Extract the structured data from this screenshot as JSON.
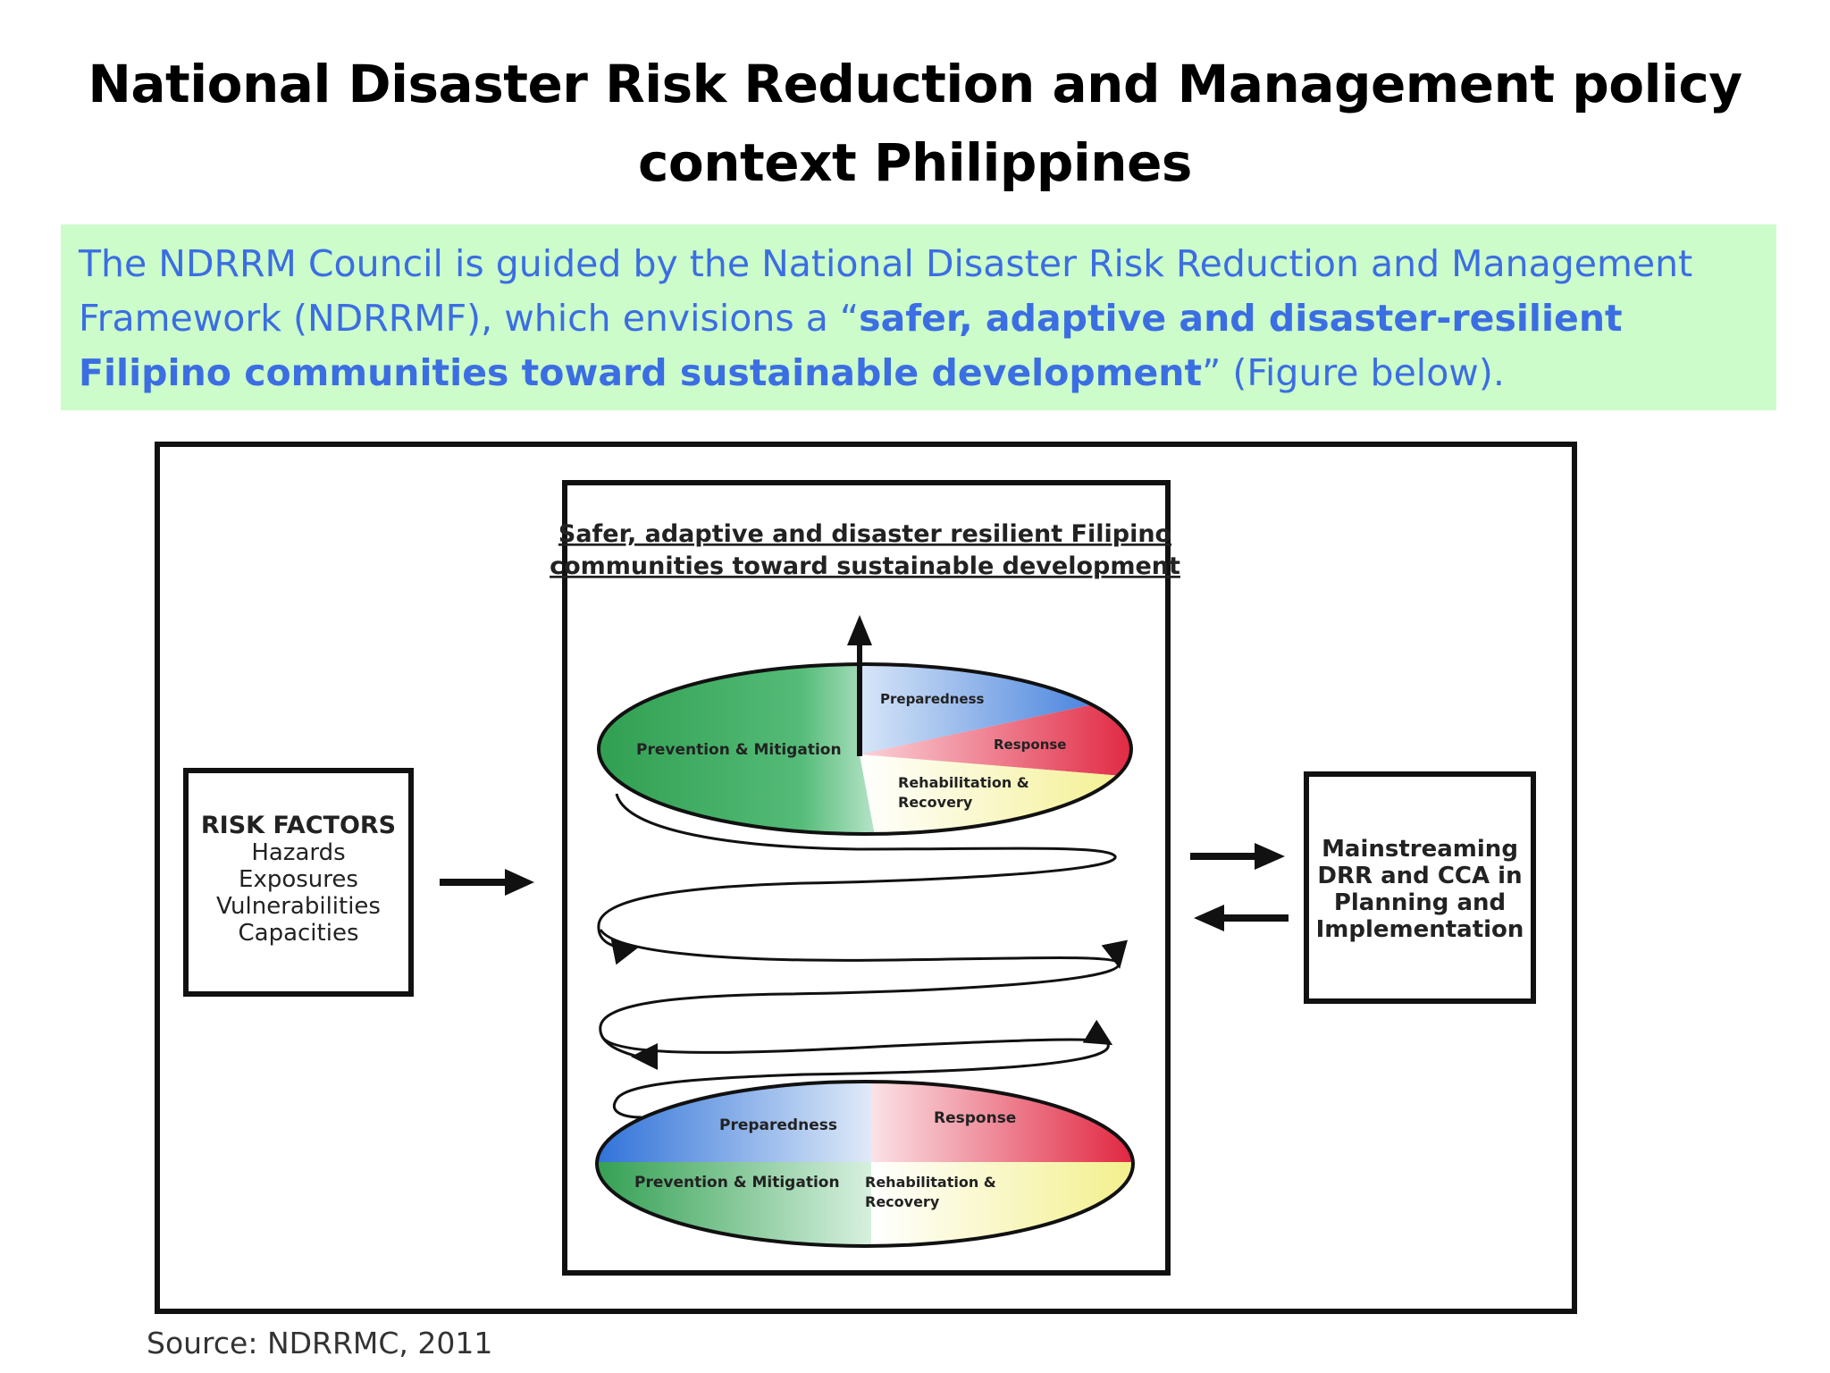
{
  "title": {
    "line1": "National Disaster Risk Reduction and Management policy",
    "line2": "context Philippines"
  },
  "callout": {
    "part1": "The NDRRM Council is guided by the National Disaster Risk Reduction and Management Framework (NDRRMF), which envisions a “",
    "bold": "safer, adaptive and disaster-resilient Filipino communities toward sustainable development",
    "part2": "” (Figure below)."
  },
  "diagram": {
    "center_title_line1": "Safer, adaptive and disaster resilient Filipino",
    "center_title_line2": "communities toward sustainable development",
    "risk_factors": {
      "heading": "RISK FACTORS",
      "items": [
        "Hazards",
        "Exposures",
        "Vulnerabilities",
        "Capacities"
      ]
    },
    "mainstreaming": [
      "Mainstreaming",
      "DRR and CCA in",
      "Planning and",
      "Implementation"
    ],
    "top_ellipse": {
      "prevention": "Prevention & Mitigation",
      "preparedness": "Preparedness",
      "response": "Response",
      "rehab1": "Rehabilitation &",
      "rehab2": "Recovery"
    },
    "bottom_ellipse": {
      "preparedness": "Preparedness",
      "response": "Response",
      "prevention": "Prevention & Mitigation",
      "rehab1": "Rehabilitation &",
      "rehab2": "Recovery"
    },
    "colors": {
      "prevention": "#2f9e4f",
      "preparedness": "#2c6fd8",
      "response": "#e0223d",
      "rehab": "#f3ef8a",
      "callout_bg": "#ccfcca",
      "callout_text": "#3b6ee2"
    }
  },
  "source": "Source: NDRRMC, 2011"
}
